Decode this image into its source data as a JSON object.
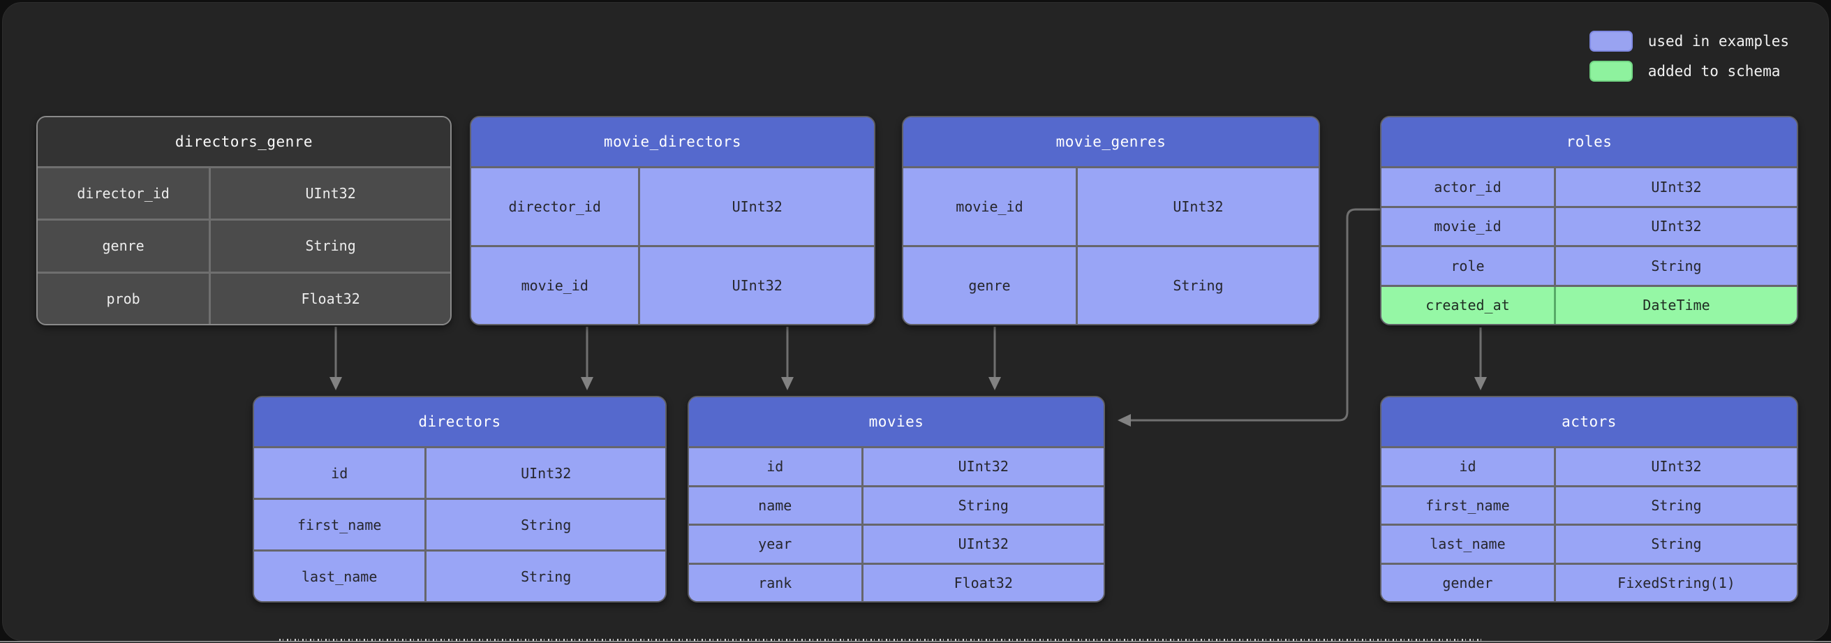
{
  "legend": {
    "items": [
      {
        "label": "used in examples",
        "color": "#99a3f1"
      },
      {
        "label": "added to schema",
        "color": "#8ef29e"
      }
    ]
  },
  "colors": {
    "blue_header": "#5569cd",
    "blue_row": "#99a5f6",
    "green_row": "#95f7a5",
    "gray_header": "#333333",
    "gray_row": "#4b4b4b",
    "edge": "#707070"
  },
  "tables": [
    {
      "title": "directors_genre",
      "theme": "gray",
      "rows": [
        {
          "field": "director_id",
          "type": "UInt32"
        },
        {
          "field": "genre",
          "type": "String"
        },
        {
          "field": "prob",
          "type": "Float32"
        }
      ]
    },
    {
      "title": "movie_directors",
      "theme": "blue",
      "rows": [
        {
          "field": "director_id",
          "type": "UInt32"
        },
        {
          "field": "movie_id",
          "type": "UInt32"
        }
      ]
    },
    {
      "title": "movie_genres",
      "theme": "blue",
      "rows": [
        {
          "field": "movie_id",
          "type": "UInt32"
        },
        {
          "field": "genre",
          "type": "String"
        }
      ]
    },
    {
      "title": "roles",
      "theme": "blue",
      "rows": [
        {
          "field": "actor_id",
          "type": "UInt32"
        },
        {
          "field": "movie_id",
          "type": "UInt32"
        },
        {
          "field": "role",
          "type": "String"
        },
        {
          "field": "created_at",
          "type": "DateTime",
          "status": "added"
        }
      ]
    },
    {
      "title": "directors",
      "theme": "blue",
      "rows": [
        {
          "field": "id",
          "type": "UInt32"
        },
        {
          "field": "first_name",
          "type": "String"
        },
        {
          "field": "last_name",
          "type": "String"
        }
      ]
    },
    {
      "title": "movies",
      "theme": "blue",
      "rows": [
        {
          "field": "id",
          "type": "UInt32"
        },
        {
          "field": "name",
          "type": "String"
        },
        {
          "field": "year",
          "type": "UInt32"
        },
        {
          "field": "rank",
          "type": "Float32"
        }
      ]
    },
    {
      "title": "actors",
      "theme": "blue",
      "rows": [
        {
          "field": "id",
          "type": "UInt32"
        },
        {
          "field": "first_name",
          "type": "String"
        },
        {
          "field": "last_name",
          "type": "String"
        },
        {
          "field": "gender",
          "type": "FixedString(1)"
        }
      ]
    }
  ],
  "edges": [
    {
      "from": "directors_genre",
      "to": "directors"
    },
    {
      "from": "movie_directors",
      "to": "directors"
    },
    {
      "from": "movie_directors",
      "to": "movies"
    },
    {
      "from": "movie_genres",
      "to": "movies"
    },
    {
      "from": "roles",
      "to": "movies"
    },
    {
      "from": "roles",
      "to": "actors"
    }
  ]
}
